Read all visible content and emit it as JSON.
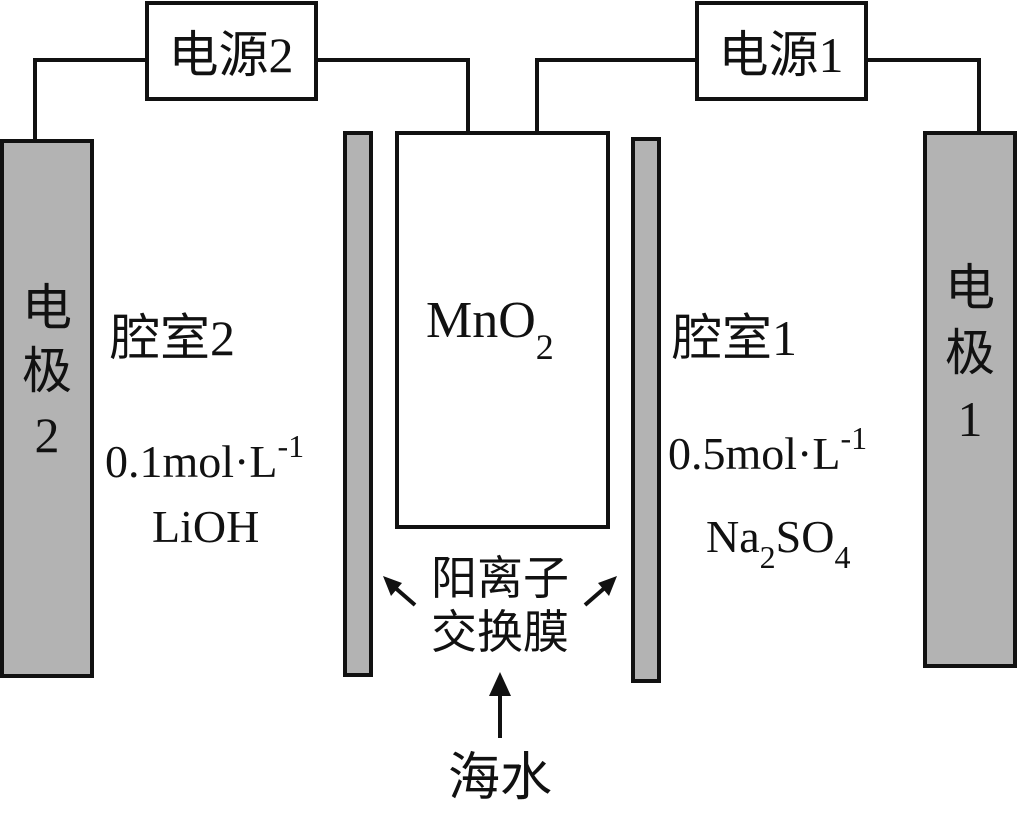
{
  "power_supply_2": {
    "label": "电源2"
  },
  "power_supply_1": {
    "label": "电源1"
  },
  "electrode_2": {
    "line1": "电",
    "line2": "极",
    "line3": "2"
  },
  "electrode_1": {
    "line1": "电",
    "line2": "极",
    "line3": "1"
  },
  "chamber_2": {
    "label": "腔室2",
    "conc": "0.1mol·L",
    "conc_sup": "-1",
    "solute": "LiOH"
  },
  "chamber_1": {
    "label": "腔室1",
    "conc": "0.5mol·L",
    "conc_sup": "-1",
    "solute_a": "Na",
    "solute_a_sub": "2",
    "solute_b": "SO",
    "solute_b_sub": "4"
  },
  "center": {
    "label": "MnO",
    "label_sub": "2"
  },
  "membrane": {
    "line1": "阳离子",
    "line2": "交换膜"
  },
  "seawater": {
    "label": "海水"
  },
  "colors": {
    "electrode_fill": "#b3b3b3",
    "line": "#111111"
  }
}
